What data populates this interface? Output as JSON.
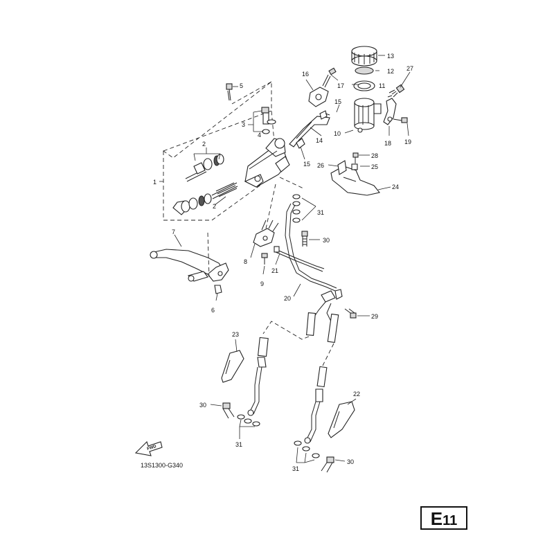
{
  "diagram_code": "13S1300-G340",
  "fwd_label": "FWD",
  "page_ref": {
    "letter": "E",
    "number": "11"
  },
  "callouts": {
    "c1": "1",
    "c2a": "2",
    "c2b": "2",
    "c3": "3",
    "c4": "4",
    "c5": "5",
    "c6": "6",
    "c7": "7",
    "c8": "8",
    "c9": "9",
    "c10": "10",
    "c11": "11",
    "c12": "12",
    "c13": "13",
    "c14": "14",
    "c15a": "15",
    "c15b": "15",
    "c16": "16",
    "c17": "17",
    "c18": "18",
    "c19": "19",
    "c20": "20",
    "c21": "21",
    "c22": "22",
    "c23": "23",
    "c24": "24",
    "c25": "25",
    "c26": "26",
    "c27": "27",
    "c28": "28",
    "c29": "29",
    "c30a": "30",
    "c30b": "30",
    "c30c": "30",
    "c31a": "31",
    "c31b": "31",
    "c31c": "31"
  }
}
